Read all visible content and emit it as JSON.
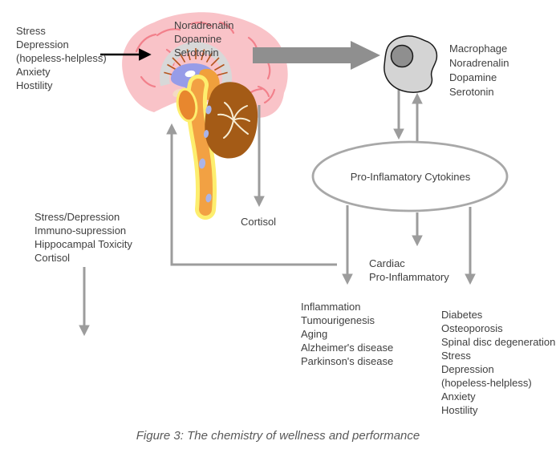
{
  "figure": {
    "caption": "Figure 3: The chemistry of wellness and performance"
  },
  "nodes": {
    "stress_inputs": {
      "lines": [
        "Stress",
        "Depression",
        "(hopeless-helpless)",
        "Anxiety",
        "Hostility"
      ]
    },
    "brain": {
      "lines": [
        "Noradrenalin",
        "Dopamine",
        "Serotonin"
      ]
    },
    "macrophage": {
      "lines": [
        "Macrophage",
        "Noradrenalin",
        "Dopamine",
        "Serotonin"
      ]
    },
    "cytokines": {
      "label": "Pro-Inflamatory Cytokines"
    },
    "cortisol": {
      "label": "Cortisol"
    },
    "hpa_effects": {
      "lines": [
        "Stress/Depression",
        "Immuno-supression",
        "Hippocampal Toxicity",
        "Cortisol"
      ]
    },
    "cardiac": {
      "lines": [
        "Cardiac",
        "Pro-Inflammatory"
      ]
    },
    "neuro_outcomes": {
      "lines": [
        "Inflammation",
        "Tumourigenesis",
        "Aging",
        "Alzheimer's disease",
        "Parkinson's disease"
      ]
    },
    "systemic_outcomes": {
      "lines": [
        "Diabetes",
        "Osteoporosis",
        "Spinal disc degeneration",
        "Stress",
        "Depression",
        "(hopeless-helpless)",
        "Anxiety",
        "Hostility"
      ]
    }
  },
  "colors": {
    "brain_pink": "#f9c3c8",
    "brain_squiggle": "#f2808b",
    "fan_gray": "#d8d8d8",
    "fan_tick": "#b5541c",
    "corpus_purple": "#979ce8",
    "midbrain_orange": "#f0a03c",
    "stem_orange": "#f2a143",
    "stem_yellow": "#fdee6e",
    "pons_orange": "#e8872e",
    "cerebellum_brown": "#a45b16",
    "cerebellum_branch": "#f6ecd2",
    "dot_periwinkle": "#aab4e8",
    "macrophage_body": "#d4d4d4",
    "macrophage_nucleus": "#8f8f8f",
    "outline_black": "#1a1a1a",
    "arrow_gray": "#9c9c9c",
    "big_arrow_gray": "#8f8f8f",
    "input_arrow_black": "#000000",
    "ellipse_stroke": "#a8a8a8",
    "text": "#3f3f3f",
    "caption": "#595959"
  }
}
